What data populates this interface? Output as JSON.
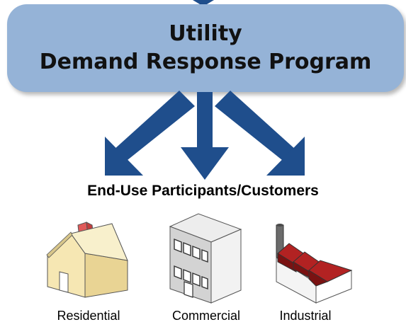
{
  "program": {
    "line1": "Utility",
    "line2": "Demand Response Program"
  },
  "participants_title": "End-Use Participants/Customers",
  "customers": [
    {
      "label": "Residential",
      "icon": "house-icon"
    },
    {
      "label": "Commercial",
      "icon": "office-building-icon"
    },
    {
      "label": "Industrial",
      "icon": "factory-icon"
    }
  ],
  "colors": {
    "program_box": "#95b3d7",
    "arrow": "#1f4e8c"
  }
}
